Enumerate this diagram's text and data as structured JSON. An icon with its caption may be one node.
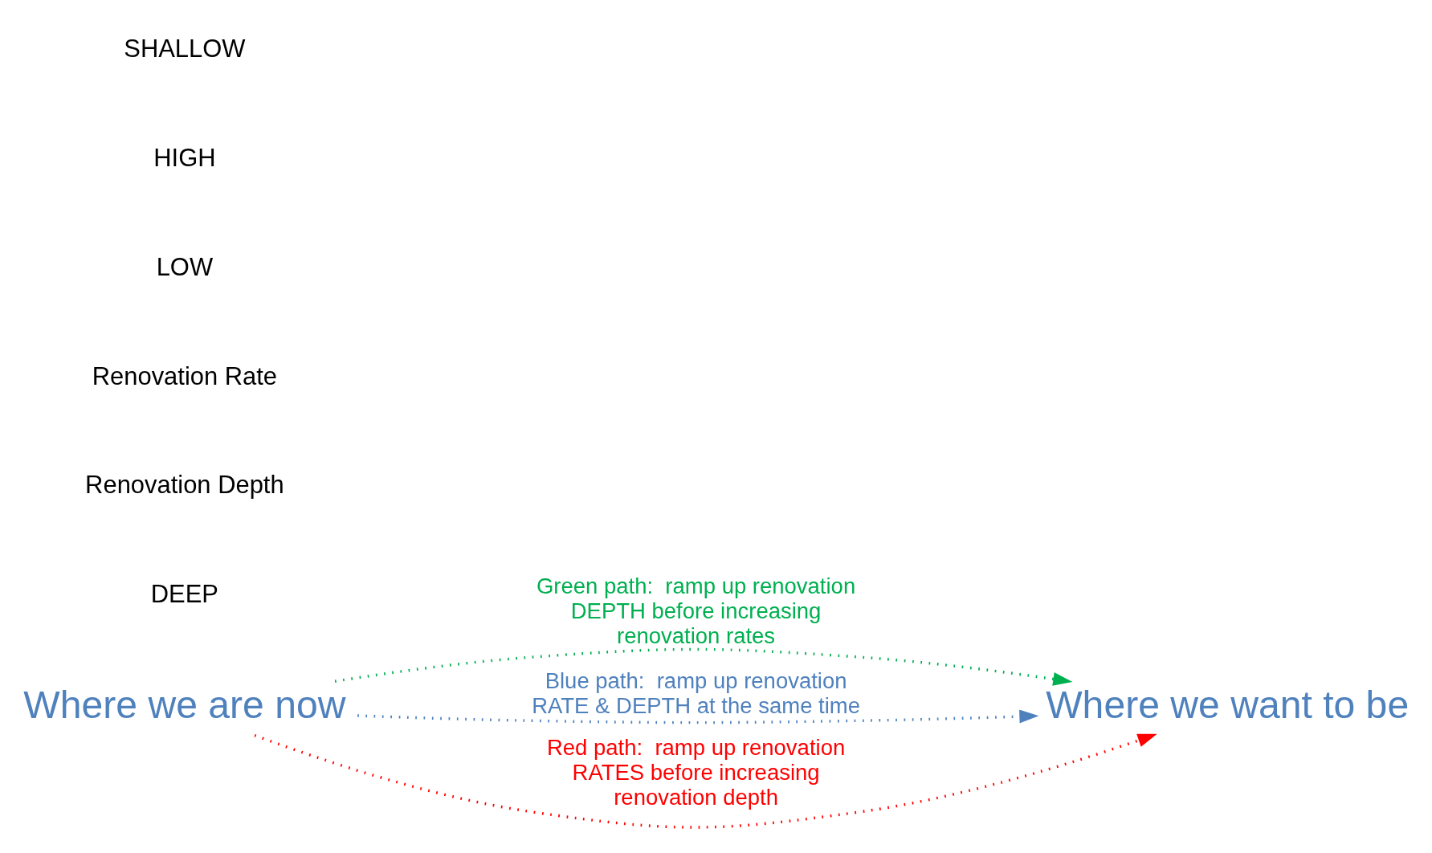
{
  "diagram": {
    "nodes": [
      {
        "text": [
          "Where we are now"
        ]
      },
      {
        "text": [
          "Where we want to be"
        ]
      }
    ],
    "edges": [
      {
        "from": 0,
        "to": 1,
        "arrow": "to",
        "style": "dashed",
        "color": "#00b050",
        "label": "Green path:  ramp up renovation DEPTH before increasing renovation rates"
      },
      {
        "from": 0,
        "to": 1,
        "arrow": "to",
        "style": "dashed",
        "color": "#4f81bd",
        "label": "Blue path:  ramp up renovation RATE & DEPTH at the same time"
      },
      {
        "from": 0,
        "to": 1,
        "arrow": "to",
        "style": "dashed",
        "color": "#ff0000",
        "label": "Red path:  ramp up renovation RATES before increasing renovation depth"
      }
    ],
    "labels": [
      "DEEP",
      "Renovation Depth",
      "Renovation Rate",
      "LOW",
      "HIGH",
      "SHALLOW"
    ]
  }
}
